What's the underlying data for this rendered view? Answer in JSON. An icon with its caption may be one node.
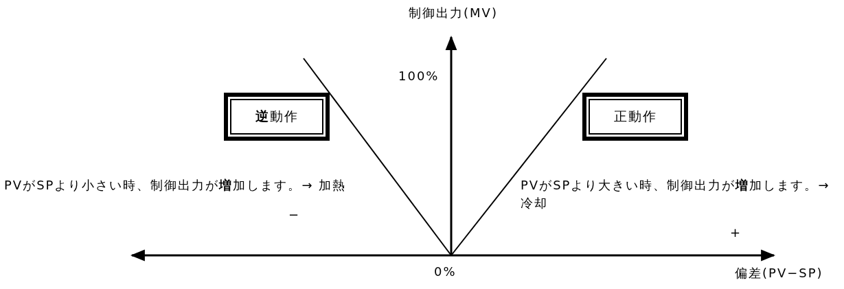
{
  "diagram": {
    "nodes": [
      {
        "text": [
          "**逆**動作"
        ]
      },
      {
        "text": [
          "正動作"
        ]
      }
    ],
    "edges": [],
    "labels": [
      "制御出力(MV)",
      "100%",
      "PVがSPより小さい時、制御出力が**増**加します。→ 加熱",
      "PVがSPより大きい時、制御出力が**増**加します。→ 冷却",
      "−",
      "+",
      "0%",
      "偏差(PV−SP)"
    ]
  }
}
